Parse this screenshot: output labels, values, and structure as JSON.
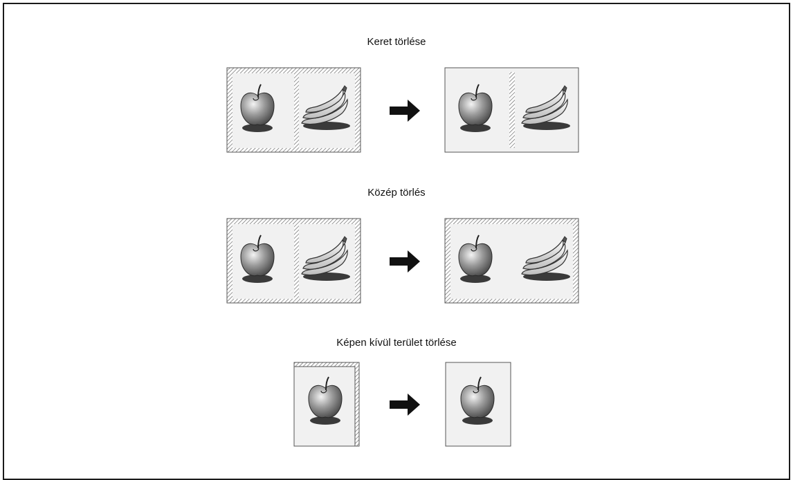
{
  "sections": [
    {
      "title": "Keret törlése"
    },
    {
      "title": "Közép törlés"
    },
    {
      "title": "Képen kívül terület törlése"
    }
  ],
  "colors": {
    "page_fill": "#f1f1f1",
    "border": "#555555",
    "hatch": "#6a6a6a",
    "arrow": "#111111",
    "shadow": "#3a3a3a"
  },
  "icons": [
    "apple-icon",
    "banana-icon",
    "arrow-right-icon"
  ]
}
